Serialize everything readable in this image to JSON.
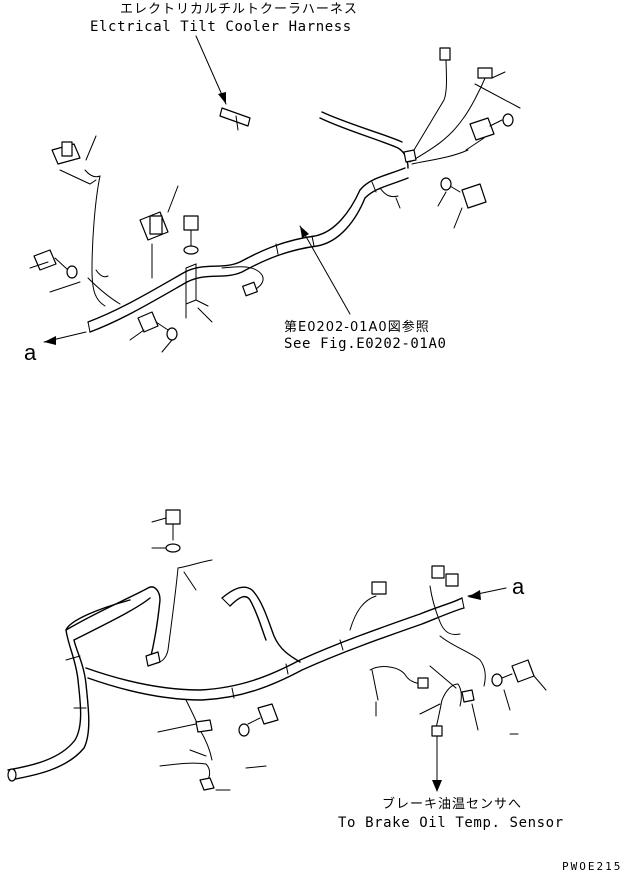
{
  "labels": {
    "top_harness_jp": "エレクトリカルチルトクーラハーネス",
    "top_harness_en": "Elctrical Tilt Cooler Harness",
    "ref_jp": "第E0202-01A0図参照",
    "ref_en": "See Fig.E0202-01A0",
    "arrow_a_top": "a",
    "arrow_a_bottom": "a",
    "sensor_jp": "ブレーキ油温センサへ",
    "sensor_en": "To Brake Oil Temp. Sensor",
    "drawing_code": "PWOE215"
  }
}
